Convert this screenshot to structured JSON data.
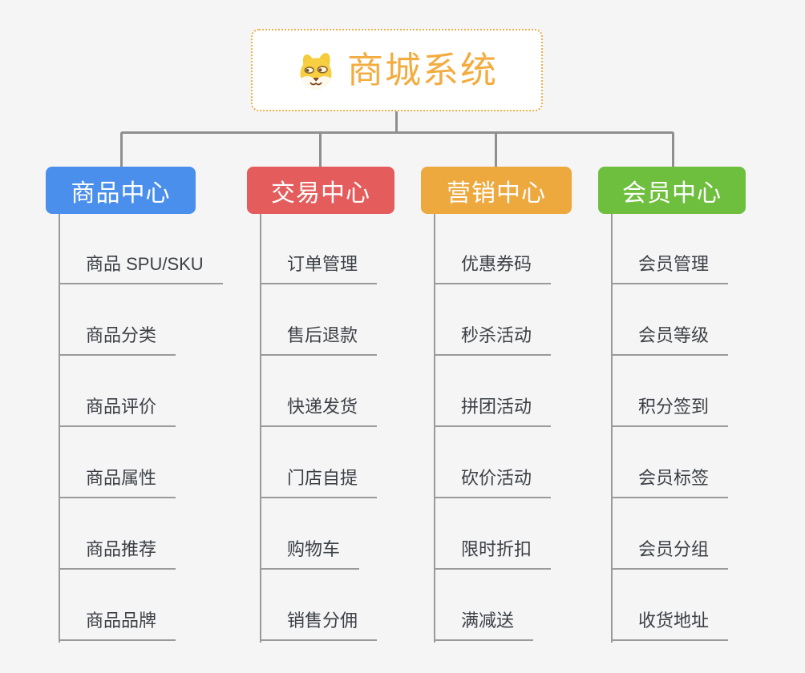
{
  "root": {
    "label": "商城系统",
    "icon": "dog-face-icon",
    "text_color": "#f2ac40",
    "border_color": "#eeae48",
    "background": "#ffffff"
  },
  "branches": [
    {
      "label": "商品中心",
      "color": "#4b8fec",
      "children": [
        "商品 SPU/SKU",
        "商品分类",
        "商品评价",
        "商品属性",
        "商品推荐",
        "商品品牌"
      ]
    },
    {
      "label": "交易中心",
      "color": "#e45c5c",
      "children": [
        "订单管理",
        "售后退款",
        "快递发货",
        "门店自提",
        "购物车",
        "销售分佣"
      ]
    },
    {
      "label": "营销中心",
      "color": "#eda83e",
      "children": [
        "优惠券码",
        "秒杀活动",
        "拼团活动",
        "砍价活动",
        "限时折扣",
        "满减送"
      ]
    },
    {
      "label": "会员中心",
      "color": "#6fbf3f",
      "children": [
        "会员管理",
        "会员等级",
        "积分签到",
        "会员标签",
        "会员分组",
        "收货地址"
      ]
    }
  ],
  "colors": {
    "connector": "#8f8f8f",
    "leaf_line": "#9a9a9a",
    "leaf_text": "#3c4045",
    "header_text": "#ffffff",
    "page_background": "#f5f5f6"
  }
}
